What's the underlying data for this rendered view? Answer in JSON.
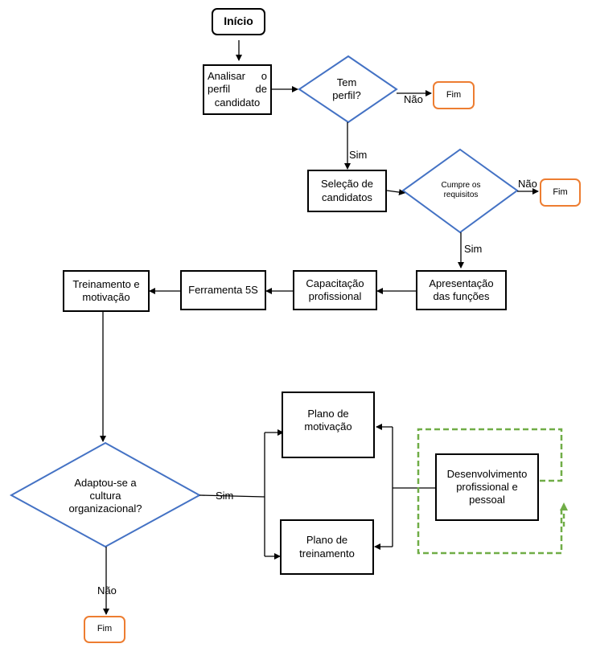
{
  "nodes": {
    "inicio": "Início",
    "analisar": "Analisar o perfil de candidato",
    "tem_perfil": "Tem perfil?",
    "fim1": "Fim",
    "selecao": "Seleção de candidatos",
    "cumpre": "Cumpre os requisitos",
    "fim2": "Fim",
    "apresentacao": "Apresentação das funções",
    "capacitacao": "Capacitação profissional",
    "ferramenta": "Ferramenta 5S",
    "treinamento": "Treinamento e motivação",
    "adaptou": "Adaptou-se a cultura organizacional?",
    "plano_motivacao": "Plano de motivação",
    "plano_treinamento": "Plano de treinamento",
    "desenvolvimento": "Desenvolvimento profissional e pessoal",
    "fim3": "Fim"
  },
  "edge_labels": {
    "nao1": "Não",
    "sim1": "Sim",
    "nao2": "Não",
    "sim2": "Sim",
    "sim3": "Sim",
    "nao3": "Não"
  },
  "colors": {
    "decision_border": "#4472C4",
    "end_border": "#ED7D31",
    "dashed_loop": "#70AD47"
  }
}
